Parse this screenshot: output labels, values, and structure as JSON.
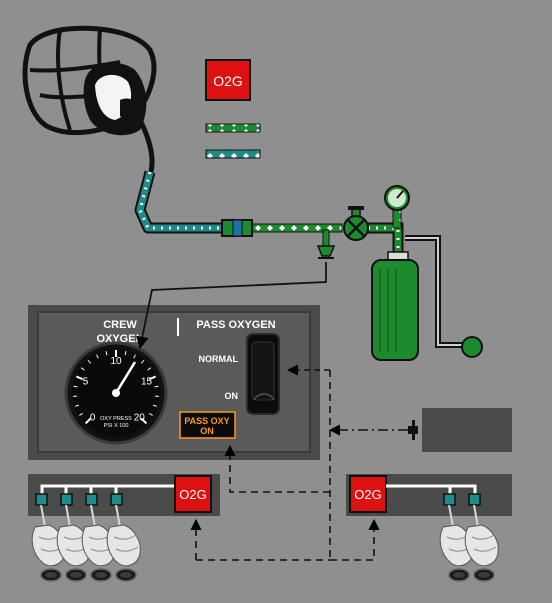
{
  "colors": {
    "background": "#8f8f8f",
    "panel_outer": "#4a4a4a",
    "panel_inner": "#5a5a5a",
    "oxygen_green": "#1e8a2e",
    "user_cyan": "#1f8a8a",
    "warning_red": "#dd1111",
    "annunciator_amber": "#ff9a1a"
  },
  "badges": {
    "o2g_top": "O2G",
    "o2g_left": "O2G",
    "o2g_right": "O2G"
  },
  "panel": {
    "crew_label_line1": "CREW",
    "crew_label_line2": "OXYGEN",
    "pass_label": "PASS OXYGEN",
    "normal_label": "NORMAL",
    "on_label": "ON",
    "annunciator_line1": "PASS OXY",
    "annunciator_line2": "ON"
  },
  "gauge": {
    "ticks": [
      "0",
      "5",
      "10",
      "15",
      "20"
    ],
    "caption_line1": "OXY PRESS",
    "caption_line2": "PSI X 100"
  },
  "icons": {
    "mask": "crew-oxygen-mask-icon",
    "cylinder": "oxygen-cylinder-icon",
    "valve": "shutoff-valve-icon",
    "regulator_gauge": "cylinder-pressure-gauge-icon",
    "passenger_mask": "passenger-mask-icon"
  }
}
